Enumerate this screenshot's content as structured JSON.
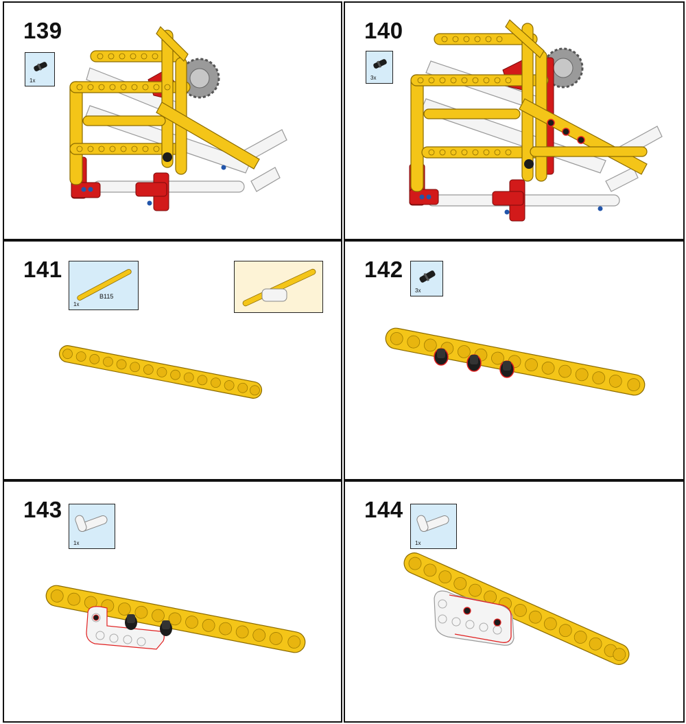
{
  "steps": [
    {
      "number": "139",
      "parts": [
        {
          "qty": "1x",
          "icon": "connector-pin-icon"
        }
      ]
    },
    {
      "number": "140",
      "parts": [
        {
          "qty": "3x",
          "icon": "connector-pin-icon"
        }
      ]
    },
    {
      "number": "141",
      "parts": [
        {
          "qty": "1x",
          "code": "B115",
          "icon": "yellow-beam-icon"
        }
      ],
      "reference_icon": "beam-assembly-reference-icon"
    },
    {
      "number": "142",
      "parts": [
        {
          "qty": "3x",
          "icon": "connector-pin-icon"
        }
      ]
    },
    {
      "number": "143",
      "parts": [
        {
          "qty": "1x",
          "icon": "white-bent-beam-icon"
        }
      ]
    },
    {
      "number": "144",
      "parts": [
        {
          "qty": "1x",
          "icon": "white-bent-beam-icon"
        }
      ]
    }
  ],
  "colors": {
    "beam_yellow": "#f4c518",
    "beam_outline": "#8a6a00",
    "white_part": "#f4f4f4",
    "red_part": "#d21a1a",
    "pin_black": "#1c1c1c",
    "gear_gray": "#9a9a9a",
    "callout_blue": "#d6ecf9",
    "reference_cream": "#fdf3d6",
    "highlight_red": "#e02020"
  }
}
